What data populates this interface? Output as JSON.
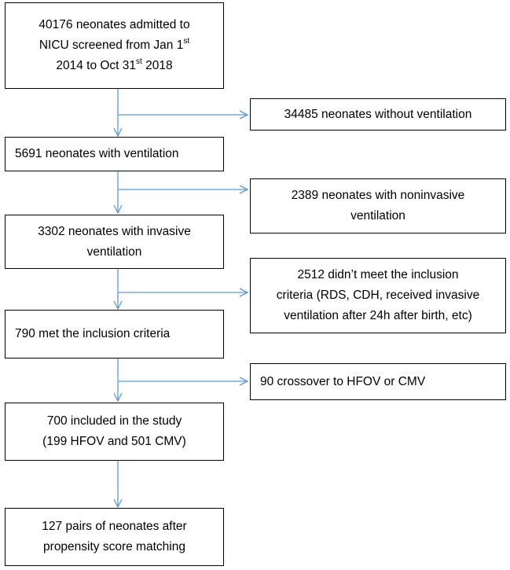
{
  "flow": {
    "screened": {
      "line1": "40176 neonates admitted to",
      "line2_pre": "NICU screened from Jan 1",
      "line2_sup": "st",
      "line3_pre": "2014 to Oct 31",
      "line3_sup": "st",
      "line3_post": " 2018"
    },
    "no_vent": "34485 neonates without ventilation",
    "with_vent": "5691 neonates with ventilation",
    "noninvasive": {
      "line1": "2389 neonates with noninvasive",
      "line2": "ventilation"
    },
    "invasive": {
      "line1": "3302 neonates with invasive",
      "line2": "ventilation"
    },
    "excluded": {
      "line1": "2512 didn’t meet the inclusion",
      "line2": "criteria (RDS, CDH, received invasive",
      "line3": "ventilation after 24h after birth, etc)"
    },
    "met": "790 met the inclusion criteria",
    "crossover": "90 crossover to HFOV or CMV",
    "included": {
      "line1": "700 included in the study",
      "line2": "(199 HFOV and 501 CMV)"
    },
    "matched": {
      "line1": "127 pairs of neonates after",
      "line2": "propensity score matching"
    }
  },
  "colors": {
    "arrow": "#5b9bd5",
    "border": "#000000"
  }
}
